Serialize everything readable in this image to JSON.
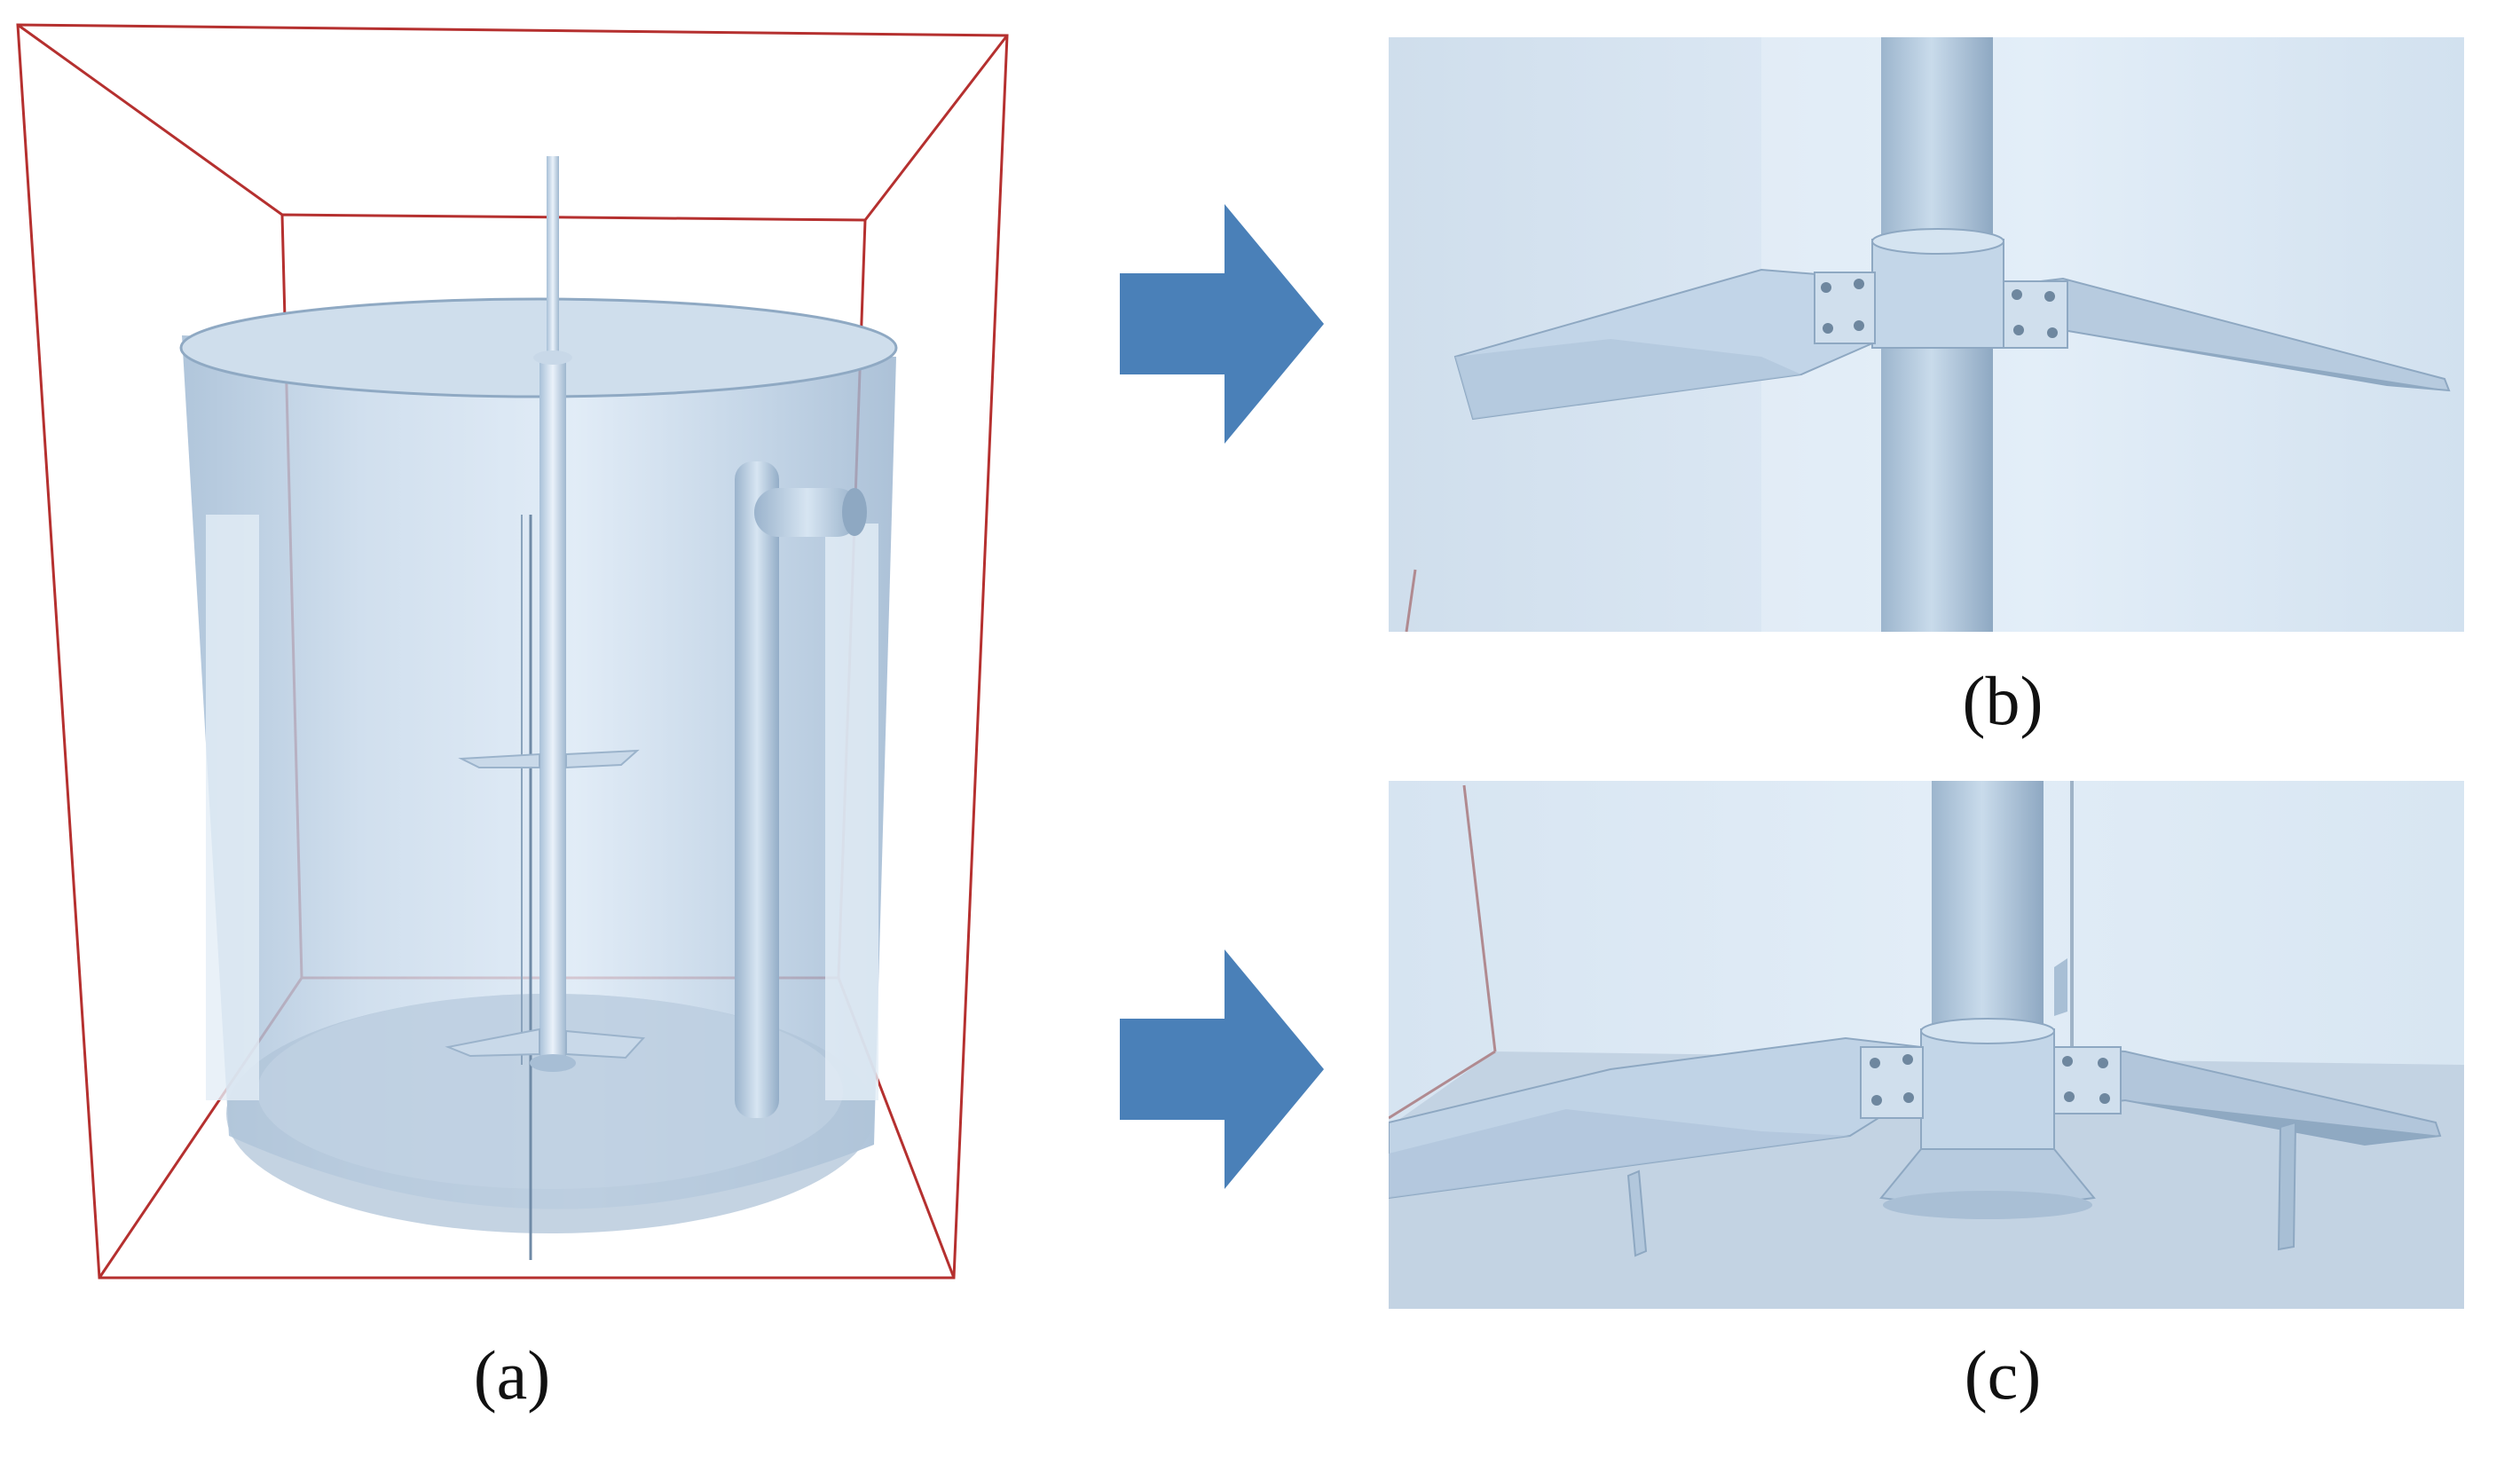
{
  "figure": {
    "captions": {
      "a": "(a)",
      "b": "(b)",
      "c": "(c)"
    },
    "colors": {
      "domain_box": "#b5302f",
      "tank_fill": "#a9c3dc",
      "arrow": "#4a80b8",
      "background_panel": "#d8e6f2",
      "impeller": "#b7cde2"
    },
    "panels": [
      {
        "id": "a",
        "content": "stirred-tank-model"
      },
      {
        "id": "b",
        "content": "upper-impeller-closeup"
      },
      {
        "id": "c",
        "content": "lower-impeller-closeup"
      }
    ]
  }
}
